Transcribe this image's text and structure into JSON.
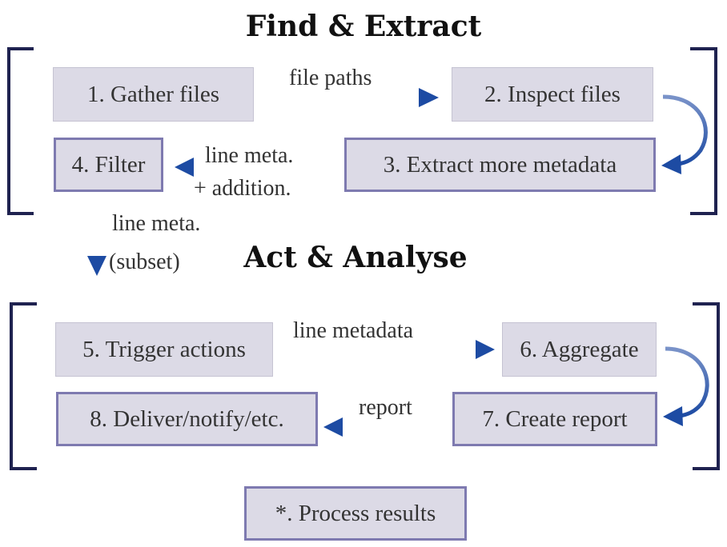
{
  "sections": {
    "find_extract": "Find & Extract",
    "act_analyse": "Act & Analyse"
  },
  "boxes": {
    "gather_files": "1. Gather files",
    "inspect_files": "2. Inspect files",
    "extract_metadata": "3. Extract more metadata",
    "filter": "4. Filter",
    "trigger_actions": "5. Trigger actions",
    "aggregate": "6. Aggregate",
    "create_report": "7. Create report",
    "deliver_notify": "8. Deliver/notify/etc.",
    "process_results": "*. Process results"
  },
  "edges": {
    "file_paths": "file paths",
    "line_meta_addition_1": "line meta.",
    "line_meta_addition_2": "+ addition.",
    "line_meta_subset_1": "line meta.",
    "line_meta_subset_2": "(subset)",
    "line_metadata": "line metadata",
    "report": "report"
  },
  "colors": {
    "box_fill": "#dcdae6",
    "box_border": "#7e7ab0",
    "arrow": "#2a4f9c",
    "bracket": "#1f2250"
  }
}
